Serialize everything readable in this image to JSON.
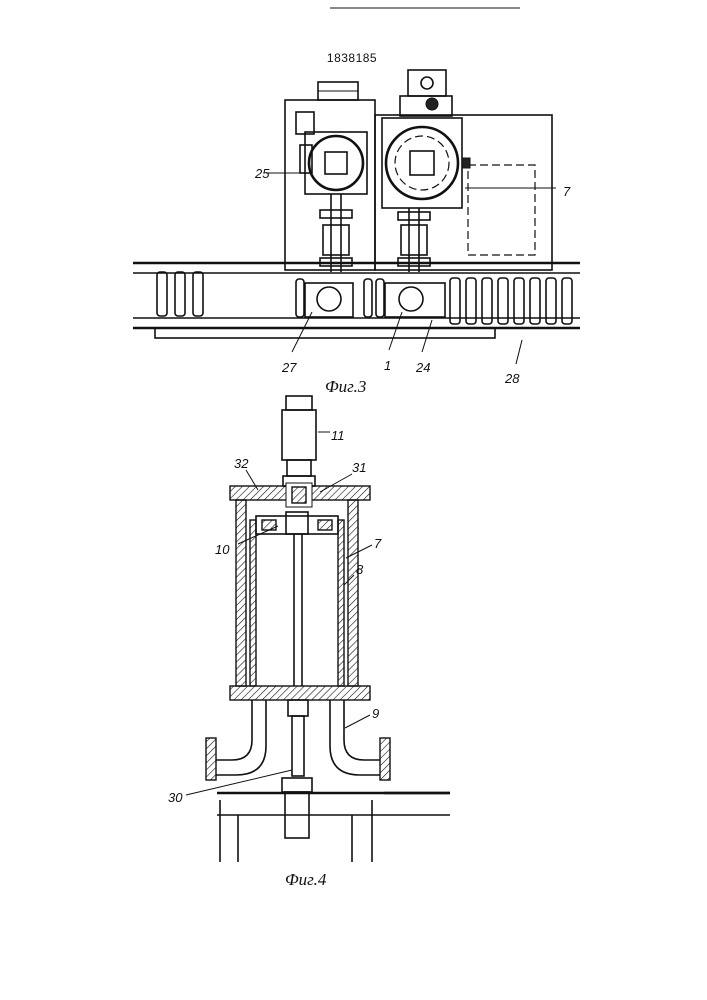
{
  "patent_number": "1838185",
  "figures": [
    {
      "caption": "Фиг.3",
      "labels": [
        "25",
        "7",
        "27",
        "1",
        "24",
        "28"
      ]
    },
    {
      "caption": "Фиг.4",
      "labels": [
        "11",
        "32",
        "31",
        "10",
        "7",
        "8",
        "9",
        "30"
      ]
    }
  ]
}
